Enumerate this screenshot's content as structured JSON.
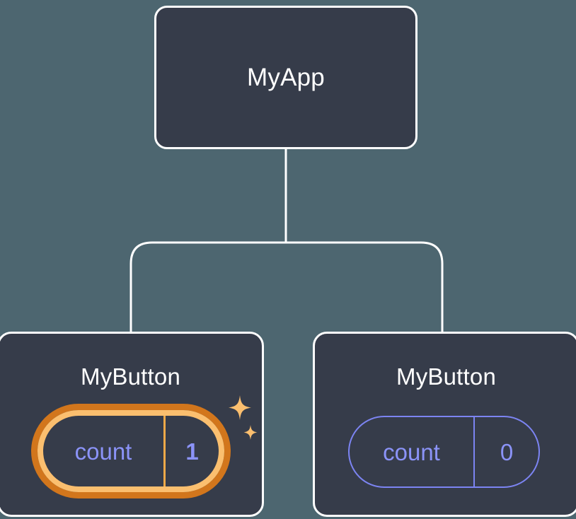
{
  "diagram": {
    "type": "component-tree",
    "background_color": "#4d6670",
    "node_fill_color": "#363c4a",
    "node_border_color": "#ffffff",
    "connector_color": "#ffffff",
    "accent_highlight_outer": "#d2761c",
    "accent_highlight_inner": "#fbbf6f",
    "accent_state_color": "#8b93f8",
    "sparkle_color": "#fbbf6f"
  },
  "root": {
    "title": "MyApp"
  },
  "children": [
    {
      "title": "MyButton",
      "state": {
        "key": "count",
        "value": "1"
      },
      "highlighted": true,
      "sparkle_icons": [
        "sparkle-large-icon",
        "sparkle-small-icon"
      ]
    },
    {
      "title": "MyButton",
      "state": {
        "key": "count",
        "value": "0"
      },
      "highlighted": false
    }
  ]
}
